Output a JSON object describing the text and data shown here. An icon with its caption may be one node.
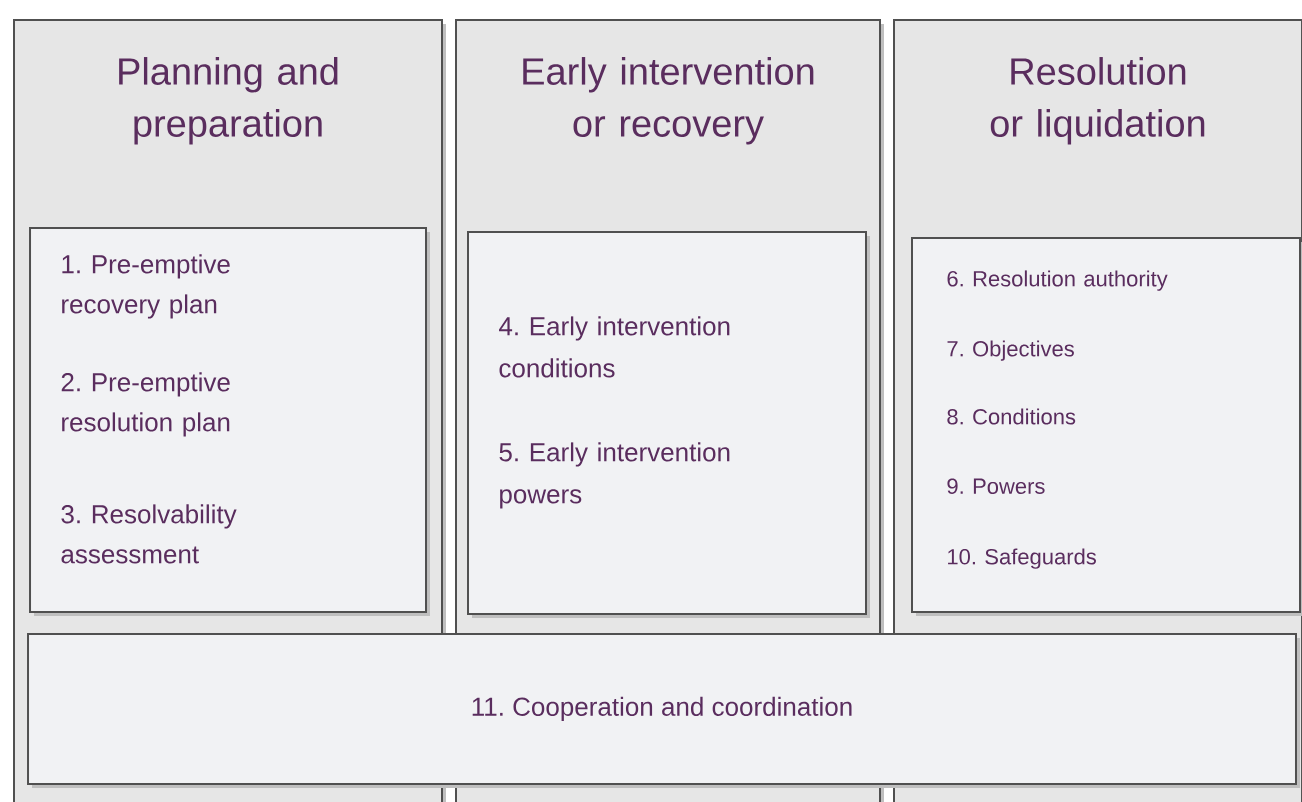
{
  "diagram": {
    "nodes": [
      {
        "text": [
          "Planning and preparation"
        ]
      },
      {
        "text": [
          "1. Pre-emptive recovery plan",
          "2. Pre-emptive resolution plan",
          "3. Resolvability assessment"
        ],
        "in": 0
      },
      {
        "text": [
          "Early intervention or recovery"
        ]
      },
      {
        "text": [
          "4. Early intervention conditions",
          "5. Early intervention powers"
        ],
        "in": 2
      },
      {
        "text": [
          "Resolution or liquidation"
        ]
      },
      {
        "text": [
          "6. Resolution authority",
          "7. Objectives",
          "8. Conditions",
          "9. Powers",
          "10. Safeguards"
        ],
        "in": 4
      },
      {
        "text": [
          "11. Cooperation and coordination"
        ]
      }
    ]
  }
}
